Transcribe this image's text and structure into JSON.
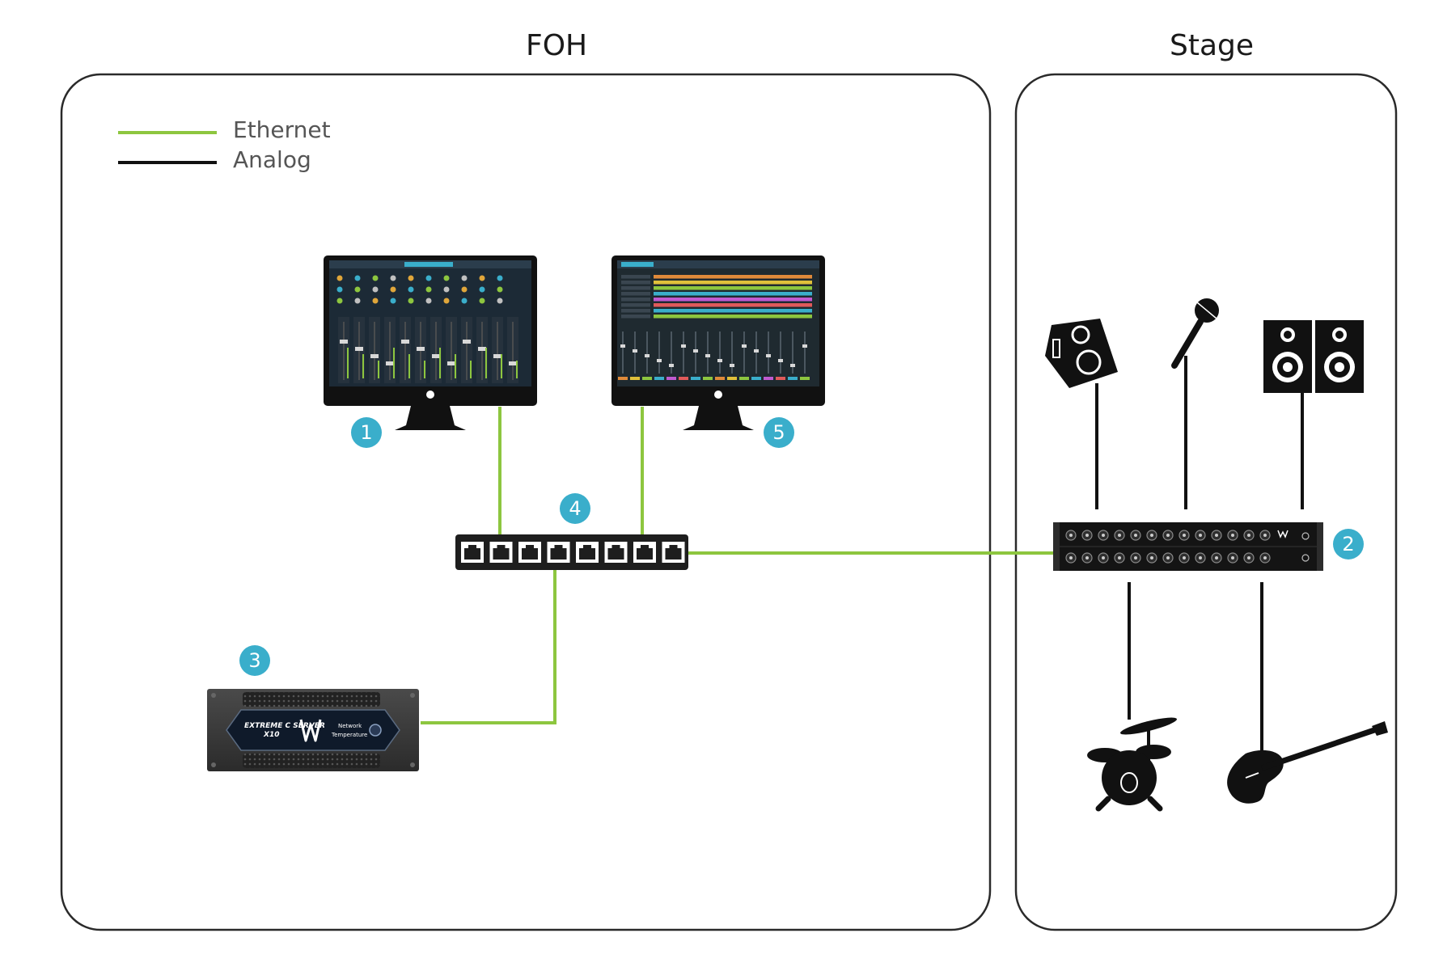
{
  "sections": {
    "foh": {
      "title": "FOH"
    },
    "stage": {
      "title": "Stage"
    }
  },
  "legend": [
    {
      "label": "Ethernet",
      "color": "#8dc63f"
    },
    {
      "label": "Analog",
      "color": "#111111"
    }
  ],
  "badges": {
    "mixer_display": "1",
    "stage_io": "2",
    "server": "3",
    "switch": "4",
    "recording_display": "5"
  },
  "server_panel": {
    "line1": "EXTREME C SERVER",
    "line2": "X10",
    "line3": "Network",
    "line4": "Temperature"
  },
  "colors": {
    "ethernet": "#8dc63f",
    "analog": "#111111",
    "badge": "#3aaecb",
    "border": "#2a2a2a"
  }
}
